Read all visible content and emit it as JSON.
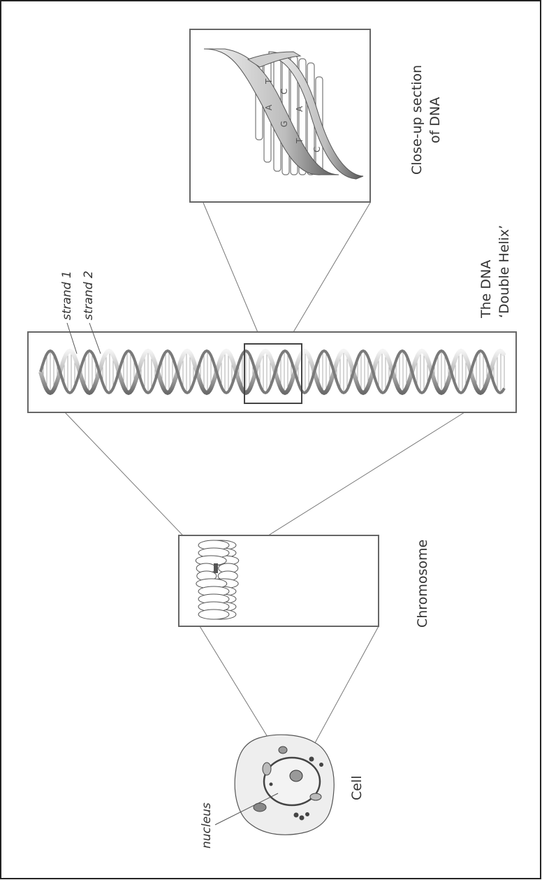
{
  "labels": {
    "closeup_line1": "Close-up section",
    "closeup_line2": "of DNA",
    "helix_line1": "The DNA",
    "helix_line2": "‘Double Helix’",
    "strand1": "strand 1",
    "strand2": "strand 2",
    "chromosome": "Chromosome",
    "cell": "Cell",
    "nucleus": "nucleus"
  },
  "bases": [
    "A",
    "T",
    "G",
    "C",
    "T",
    "A",
    "C"
  ],
  "colors": {
    "line": "#555555",
    "ink": "#333333",
    "fill": "#e6e6e6"
  }
}
